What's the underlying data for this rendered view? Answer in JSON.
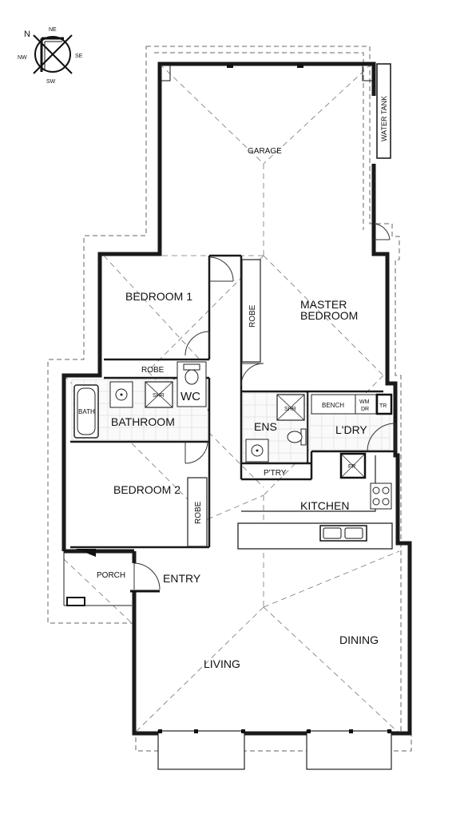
{
  "compass": {
    "n": "N",
    "ne": "NE",
    "nw": "NW",
    "se": "SE",
    "sw": "SW"
  },
  "rooms": {
    "garage": "GARAGE",
    "water_tank": "WATER TANK",
    "bedroom1": "BEDROOM 1",
    "robe_bed1": "ROBE",
    "robe_master": "ROBE",
    "master_line1": "MASTER",
    "master_line2": "BEDROOM",
    "bath": "BATH",
    "shr_main": "SHR",
    "wc": "WC",
    "bathroom": "BATHROOM",
    "shr_ens": "SHR",
    "ens": "ENS",
    "bench": "BENCH",
    "wm_line1": "WM",
    "wm_line2": "DR",
    "tr": "TR",
    "ldry": "L'DRY",
    "fr": "FR",
    "ptry": "P'TRY",
    "kitchen": "KITCHEN",
    "bedroom2": "BEDROOM 2",
    "robe_bed2": "ROBE",
    "porch": "PORCH",
    "entry": "ENTRY",
    "dining": "DINING",
    "living": "LIVING"
  }
}
